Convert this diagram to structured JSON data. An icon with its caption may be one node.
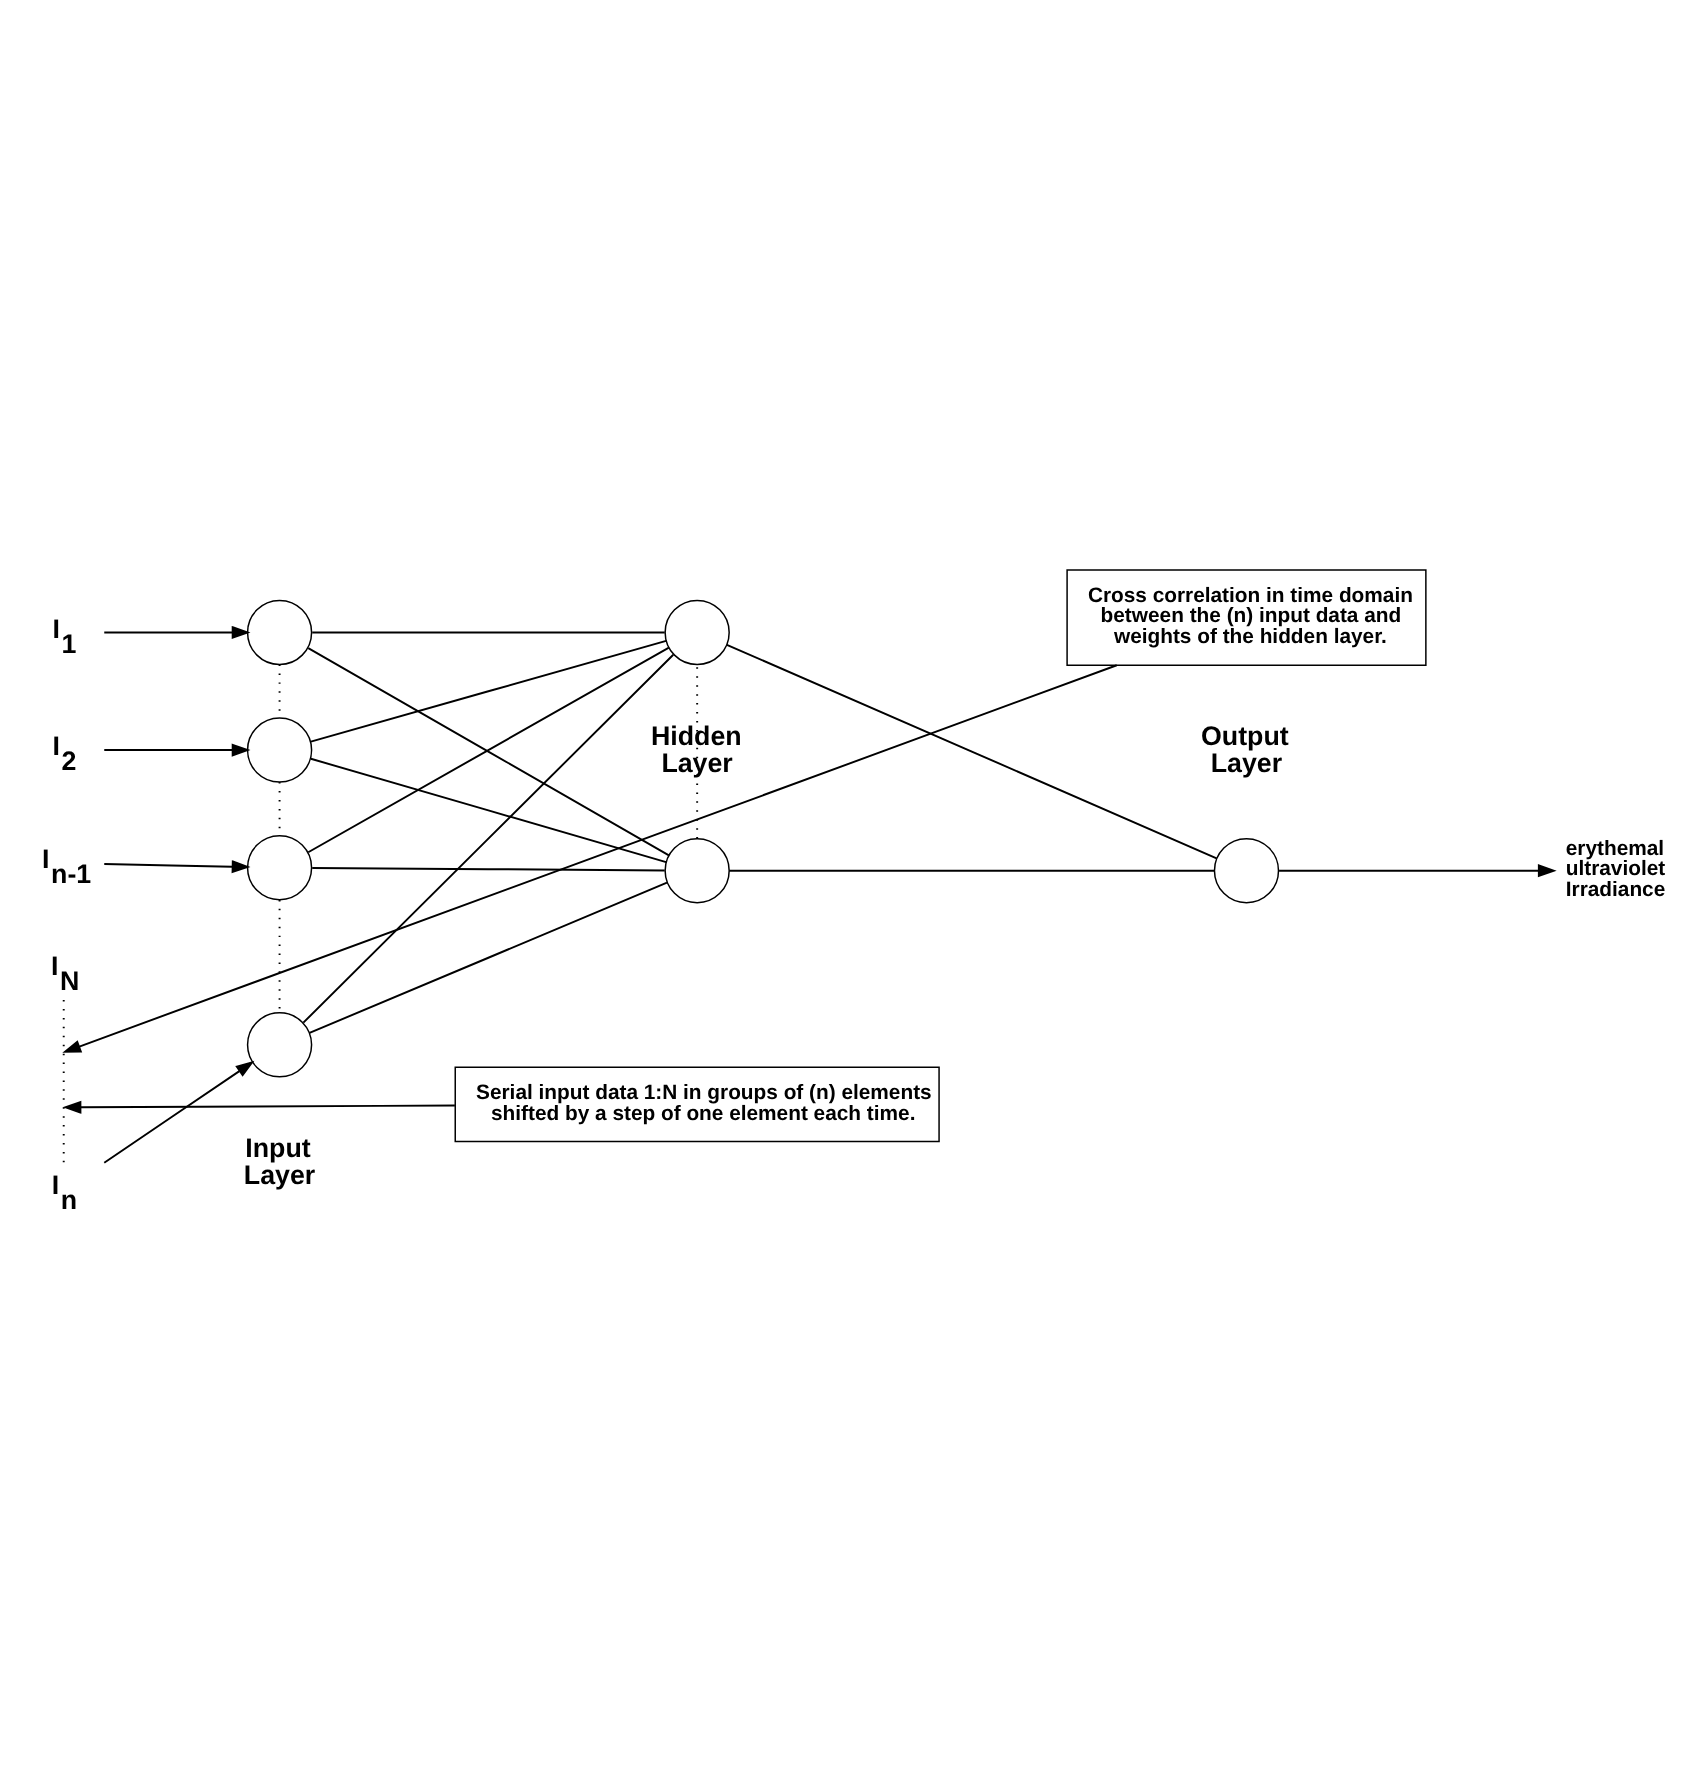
{
  "diagram": {
    "nodes": [
      {
        "text": [
          "I$_{1}$"
        ]
      },
      {
        "text": [
          "I$_{2}$"
        ]
      },
      {
        "text": [
          "I$_{n-1}$"
        ]
      },
      {
        "text": [
          "I$_{n}$"
        ]
      },
      {
        "text": [
          "I$_{N}$"
        ]
      },
      {
        "text": [],
        "shape": "circle"
      },
      {
        "text": [],
        "shape": "circle"
      },
      {
        "text": [],
        "shape": "circle"
      },
      {
        "text": [],
        "shape": "circle"
      },
      {
        "text": [],
        "shape": "circle"
      },
      {
        "text": [],
        "shape": "circle"
      },
      {
        "text": [],
        "shape": "circle"
      },
      {
        "text": [
          "erythemal ultraviolet Irradiance"
        ]
      },
      {
        "text": [
          "Cross correlation in time domain between the (n) input data and weights of the hidden layer."
        ]
      },
      {
        "text": [
          "Serial input data 1:N in groups of (n) elements shifted by a step of one element each time."
        ]
      }
    ],
    "edges": [
      {
        "from": 0,
        "to": 5,
        "arrow": "to"
      },
      {
        "from": 1,
        "to": 6,
        "arrow": "to"
      },
      {
        "from": 2,
        "to": 7,
        "arrow": "to"
      },
      {
        "from": 3,
        "to": 8,
        "arrow": "to"
      },
      {
        "from": 5,
        "to": 6,
        "arrow": "none",
        "style": "dashed"
      },
      {
        "from": 6,
        "to": 7,
        "arrow": "none",
        "style": "dashed"
      },
      {
        "from": 7,
        "to": 8,
        "arrow": "none",
        "style": "dashed"
      },
      {
        "from": 3,
        "to": 4,
        "arrow": "none",
        "style": "dashed"
      },
      {
        "from": 5,
        "to": 9,
        "arrow": "none"
      },
      {
        "from": 5,
        "to": 10,
        "arrow": "none"
      },
      {
        "from": 6,
        "to": 9,
        "arrow": "none"
      },
      {
        "from": 6,
        "to": 10,
        "arrow": "none"
      },
      {
        "from": 7,
        "to": 9,
        "arrow": "none"
      },
      {
        "from": 7,
        "to": 10,
        "arrow": "none"
      },
      {
        "from": 8,
        "to": 9,
        "arrow": "none"
      },
      {
        "from": 8,
        "to": 10,
        "arrow": "none"
      },
      {
        "from": 9,
        "to": 10,
        "arrow": "none",
        "style": "dashed"
      },
      {
        "from": 9,
        "to": 11,
        "arrow": "none"
      },
      {
        "from": 10,
        "to": 11,
        "arrow": "none"
      },
      {
        "from": 11,
        "to": 12,
        "arrow": "to"
      },
      {
        "from": 13,
        "to": null,
        "arrow": "to"
      },
      {
        "from": 14,
        "to": null,
        "arrow": "to"
      }
    ],
    "labels": [
      "Output Layer",
      "Hidden Layer",
      "Input Layer"
    ]
  }
}
